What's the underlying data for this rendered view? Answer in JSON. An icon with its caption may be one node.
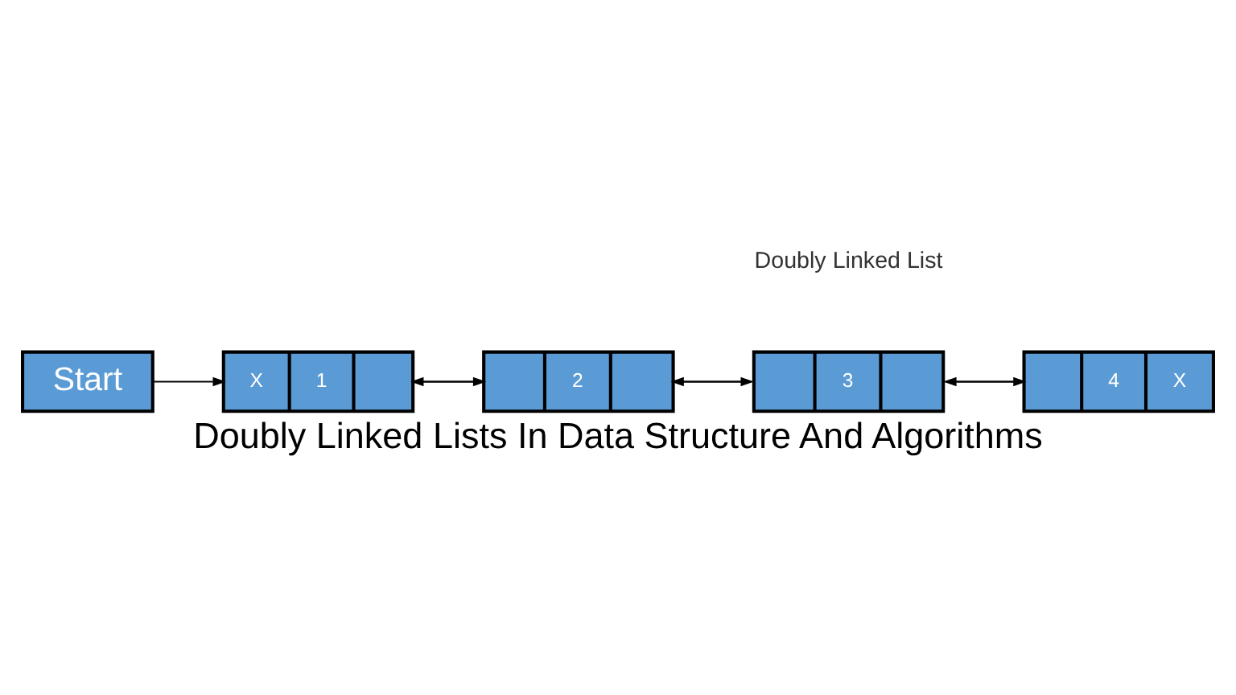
{
  "diagram": {
    "title": "Doubly Linked Lists In Data Structure And Algorithms",
    "nodes": [
      {
        "text": [
          "Start"
        ]
      },
      {
        "text": [
          "X",
          "1"
        ]
      },
      {
        "text": [
          "2"
        ]
      },
      {
        "text": [
          "3"
        ]
      },
      {
        "text": [
          "4",
          "X"
        ]
      }
    ],
    "edges": [
      {
        "from": 0,
        "to": 1,
        "arrow": "to"
      },
      {
        "from": 1,
        "to": 2,
        "arrow": "to"
      },
      {
        "from": 2,
        "to": 1,
        "arrow": "to"
      },
      {
        "from": 2,
        "to": 3,
        "arrow": "to"
      },
      {
        "from": 3,
        "to": 2,
        "arrow": "to"
      },
      {
        "from": 3,
        "to": 4,
        "arrow": "to"
      },
      {
        "from": 4,
        "to": 3,
        "arrow": "to"
      }
    ],
    "labels": [
      "Doubly Linked List"
    ]
  }
}
